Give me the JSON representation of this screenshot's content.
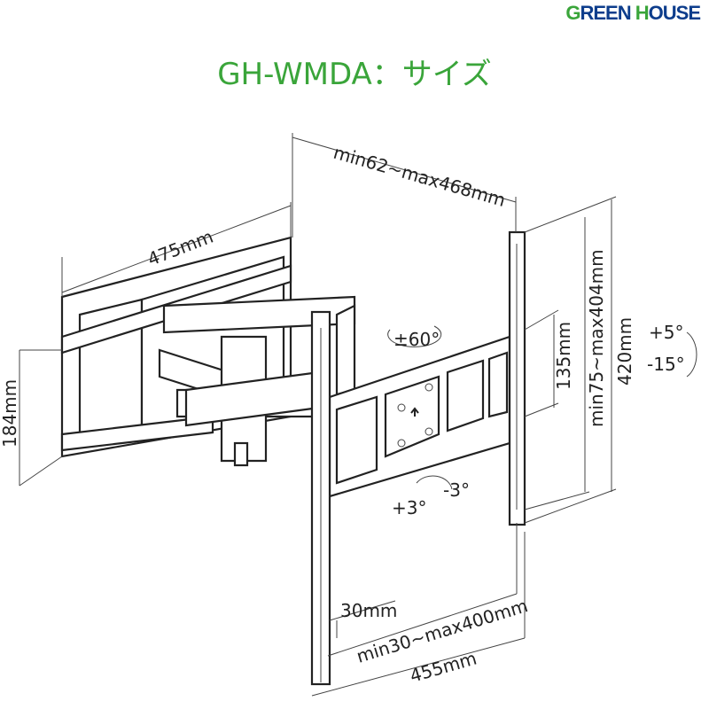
{
  "brand": {
    "part1": "G",
    "part2": "REEN ",
    "part3": "H",
    "part4": "OUSE"
  },
  "title": "GH-WMDA：サイズ",
  "dimensions": {
    "arm_extension": "min62~max468mm",
    "wall_plate_width": "475mm",
    "wall_plate_height": "184mm",
    "swivel": "±60°",
    "vesa_hole_spacing": "135mm",
    "vesa_vertical": "min75~max404mm",
    "rail_height": "420mm",
    "tilt_up": "+5°",
    "tilt_down": "-15°",
    "rotate_plus": "+3°",
    "rotate_minus": "-3°",
    "rail_width": "30mm",
    "vesa_horizontal": "min30~max400mm",
    "bracket_width": "455mm"
  }
}
